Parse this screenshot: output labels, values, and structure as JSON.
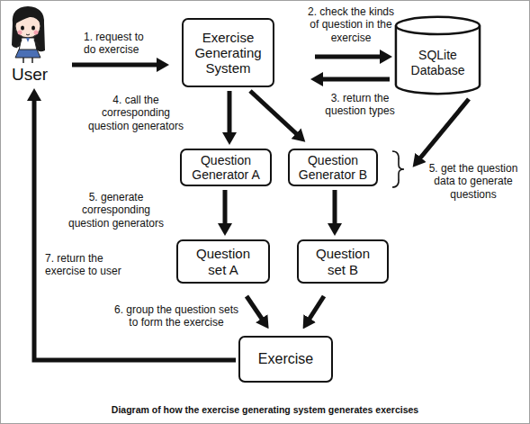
{
  "diagram": {
    "caption": "Diagram of how the exercise generating system generates exercises",
    "nodes": [
      {
        "text": [
          "User"
        ]
      },
      {
        "text": [
          "Exercise Generating System"
        ]
      },
      {
        "text": [
          "SQLite Database"
        ]
      },
      {
        "text": [
          "Question Generator A"
        ]
      },
      {
        "text": [
          "Question Generator B"
        ]
      },
      {
        "text": [
          "Question set A"
        ]
      },
      {
        "text": [
          "Question set B"
        ]
      },
      {
        "text": [
          "Exercise"
        ]
      }
    ],
    "edges": [
      {
        "from": 0,
        "to": 1,
        "arrow": "to",
        "label": "1. request to do exercise"
      },
      {
        "from": 1,
        "to": 2,
        "arrow": "to",
        "label": "2. check the kinds of question in the exercise"
      },
      {
        "from": 2,
        "to": 1,
        "arrow": "to",
        "label": "3. return the question types"
      },
      {
        "from": 1,
        "to": 3,
        "arrow": "to",
        "label": "4. call the corresponding question generators"
      },
      {
        "from": 1,
        "to": 4,
        "arrow": "to"
      },
      {
        "from": 2,
        "to": 4,
        "arrow": "to",
        "label": "5. get the question data to generate questions"
      },
      {
        "from": 3,
        "to": 5,
        "arrow": "to",
        "label": "5. generate corresponding question generators"
      },
      {
        "from": 4,
        "to": 6,
        "arrow": "to"
      },
      {
        "from": 5,
        "to": 7,
        "arrow": "to",
        "label": "6. group the question sets to form the exercise"
      },
      {
        "from": 6,
        "to": 7,
        "arrow": "to"
      },
      {
        "from": 7,
        "to": 0,
        "arrow": "to",
        "label": "7. return the exercise to user"
      }
    ]
  }
}
